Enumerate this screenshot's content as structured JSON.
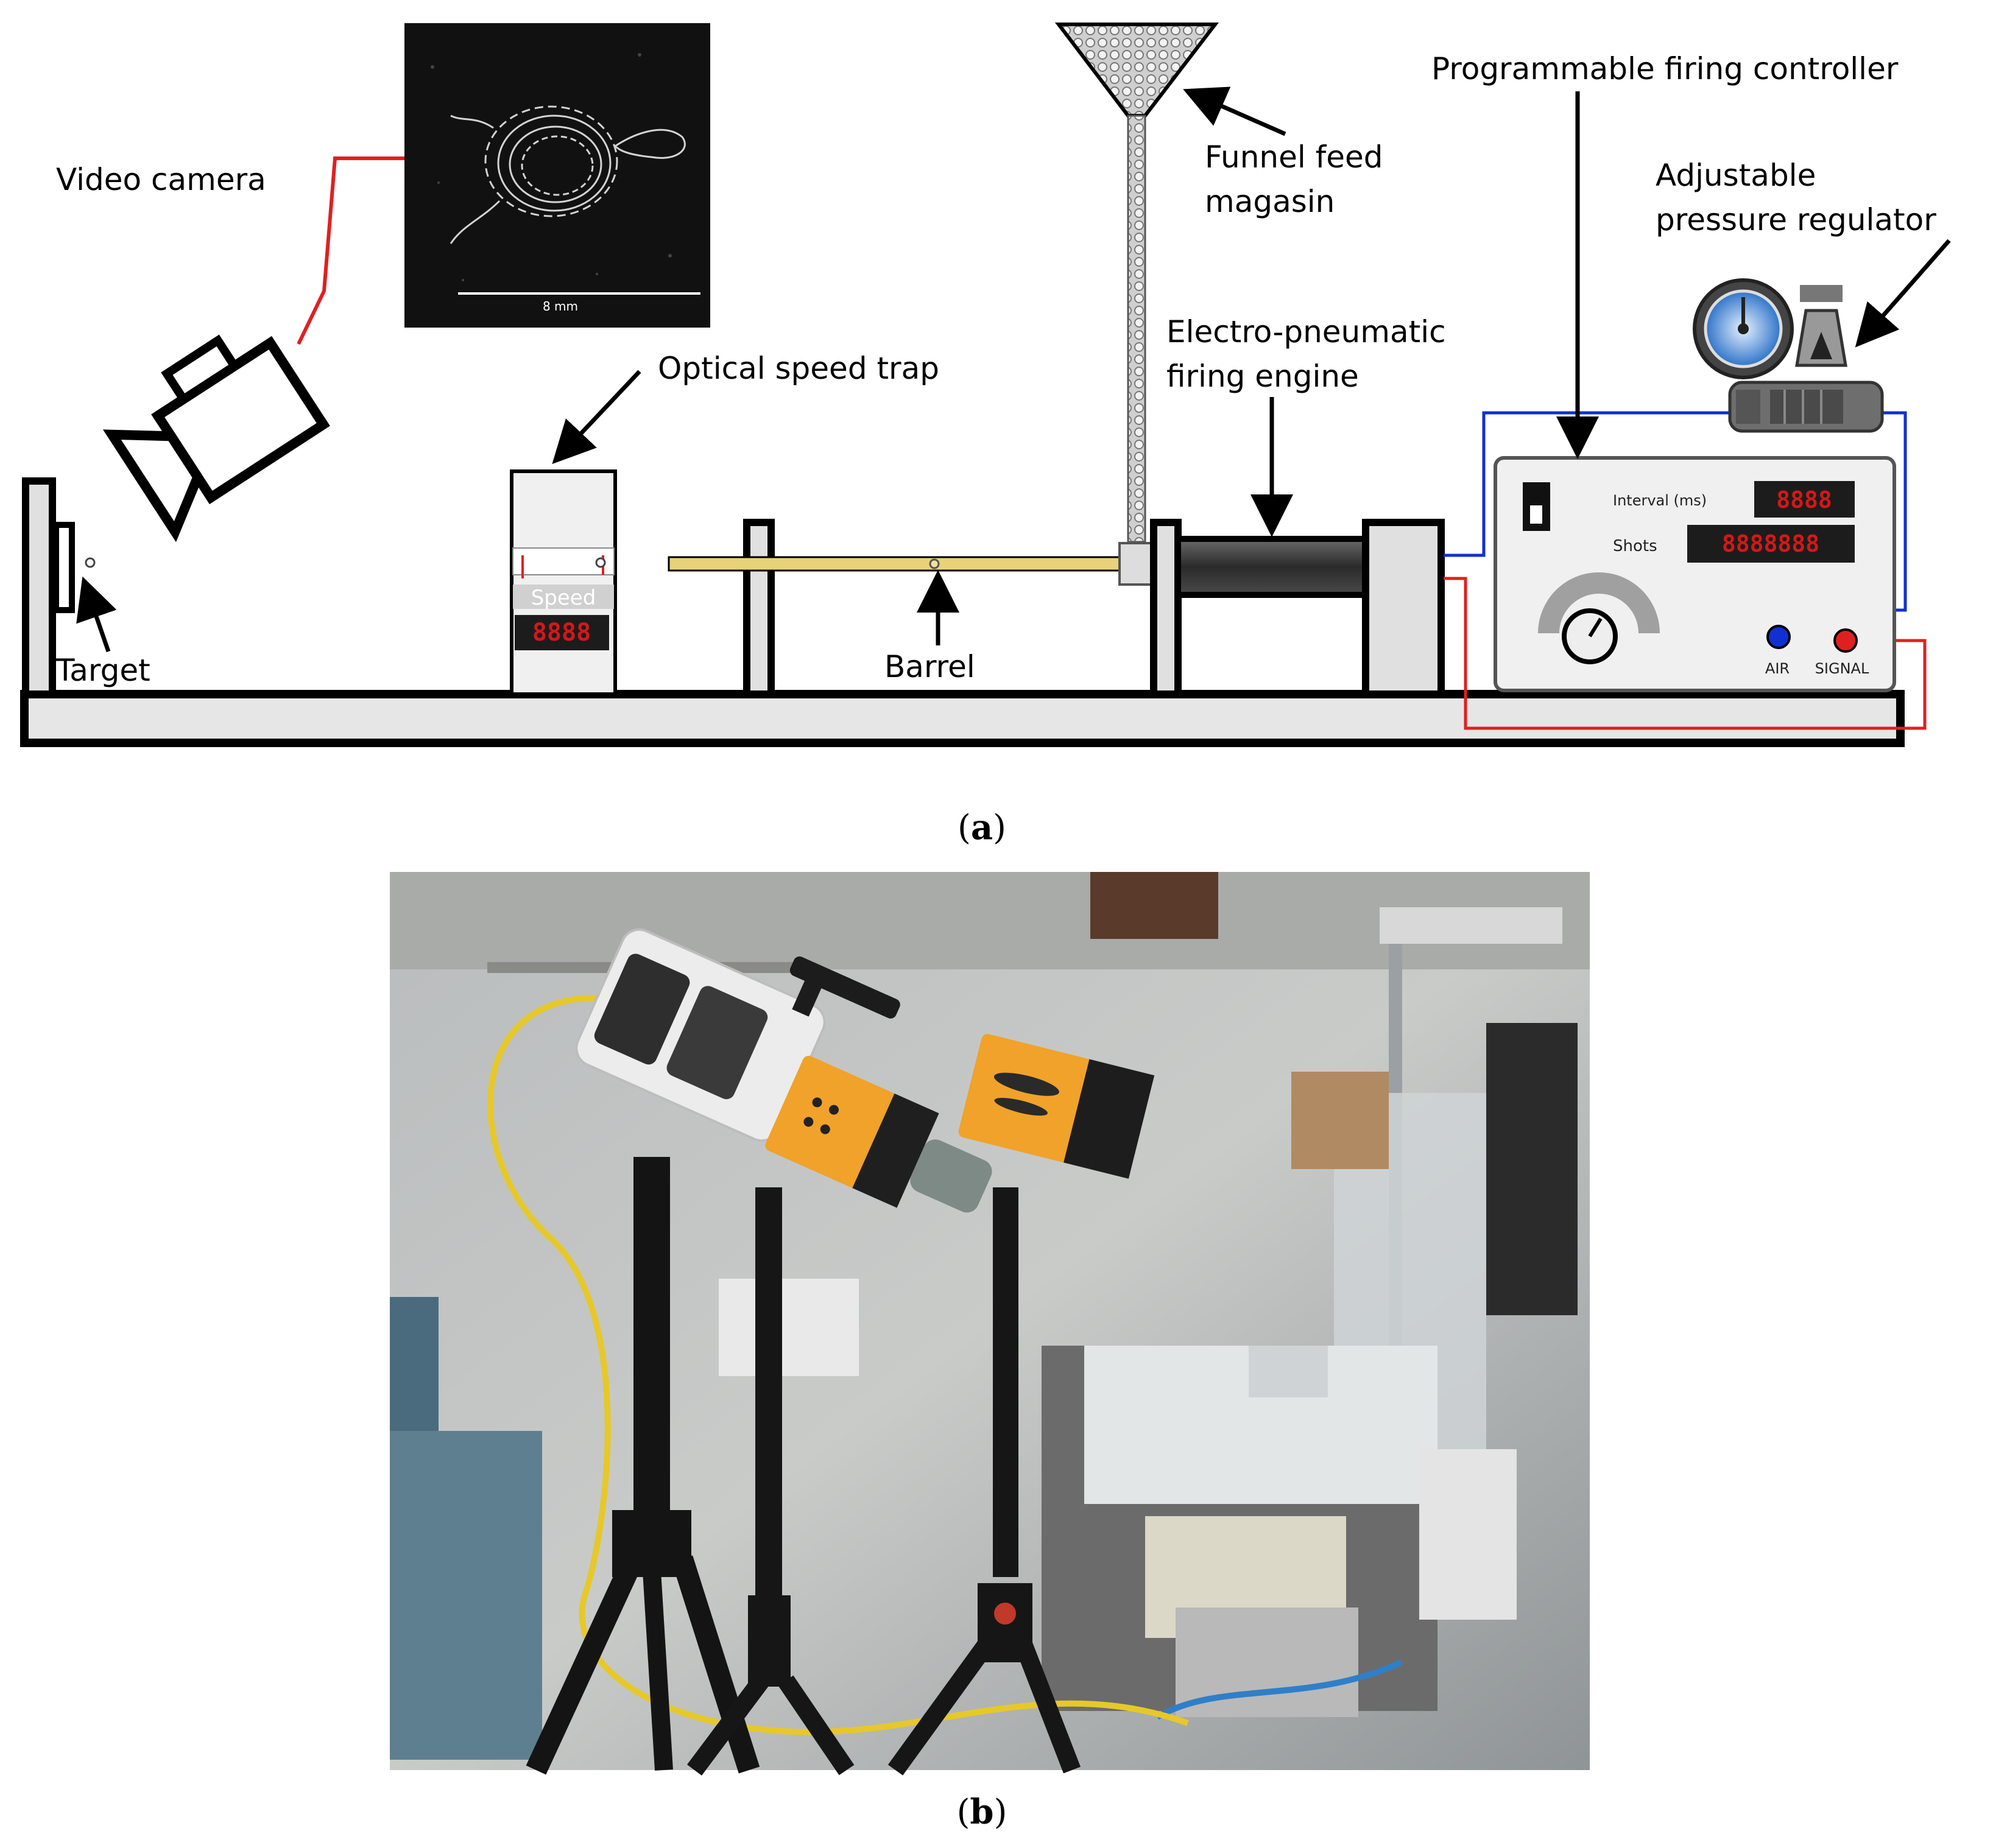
{
  "labels": {
    "video_camera": "Video camera",
    "optical_speed_trap": "Optical speed trap",
    "funnel_feed_1": "Funnel feed",
    "funnel_feed_2": "magasin",
    "programmable_controller": "Programmable firing controller",
    "pressure_regulator_1": "Adjustable",
    "pressure_regulator_2": "pressure regulator",
    "firing_engine_1": "Electro-pneumatic",
    "firing_engine_2": "firing engine",
    "target": "Target",
    "barrel": "Barrel"
  },
  "speed_trap": {
    "label": "Speed",
    "display": "8888"
  },
  "controller": {
    "interval_label": "Interval (ms)",
    "interval_display": "8888",
    "shots_label": "Shots",
    "shots_display": "8888888",
    "air_label": "AIR",
    "signal_label": "SIGNAL"
  },
  "inset_scale_label": "8 mm",
  "captions": {
    "a_open": "(",
    "a_letter": "a",
    "a_close": ")",
    "b_open": "(",
    "b_letter": "b",
    "b_close": ")"
  },
  "colors": {
    "signal_wire": "#e02020",
    "air_hose": "#1030d0",
    "barrel": "#e8d27a",
    "camera_orange": "#f0a22a"
  },
  "icons": {
    "video_camera": "video-camera-icon",
    "gauge": "pressure-gauge-icon",
    "dial": "dial-knob-icon",
    "toggle": "power-switch-icon"
  }
}
